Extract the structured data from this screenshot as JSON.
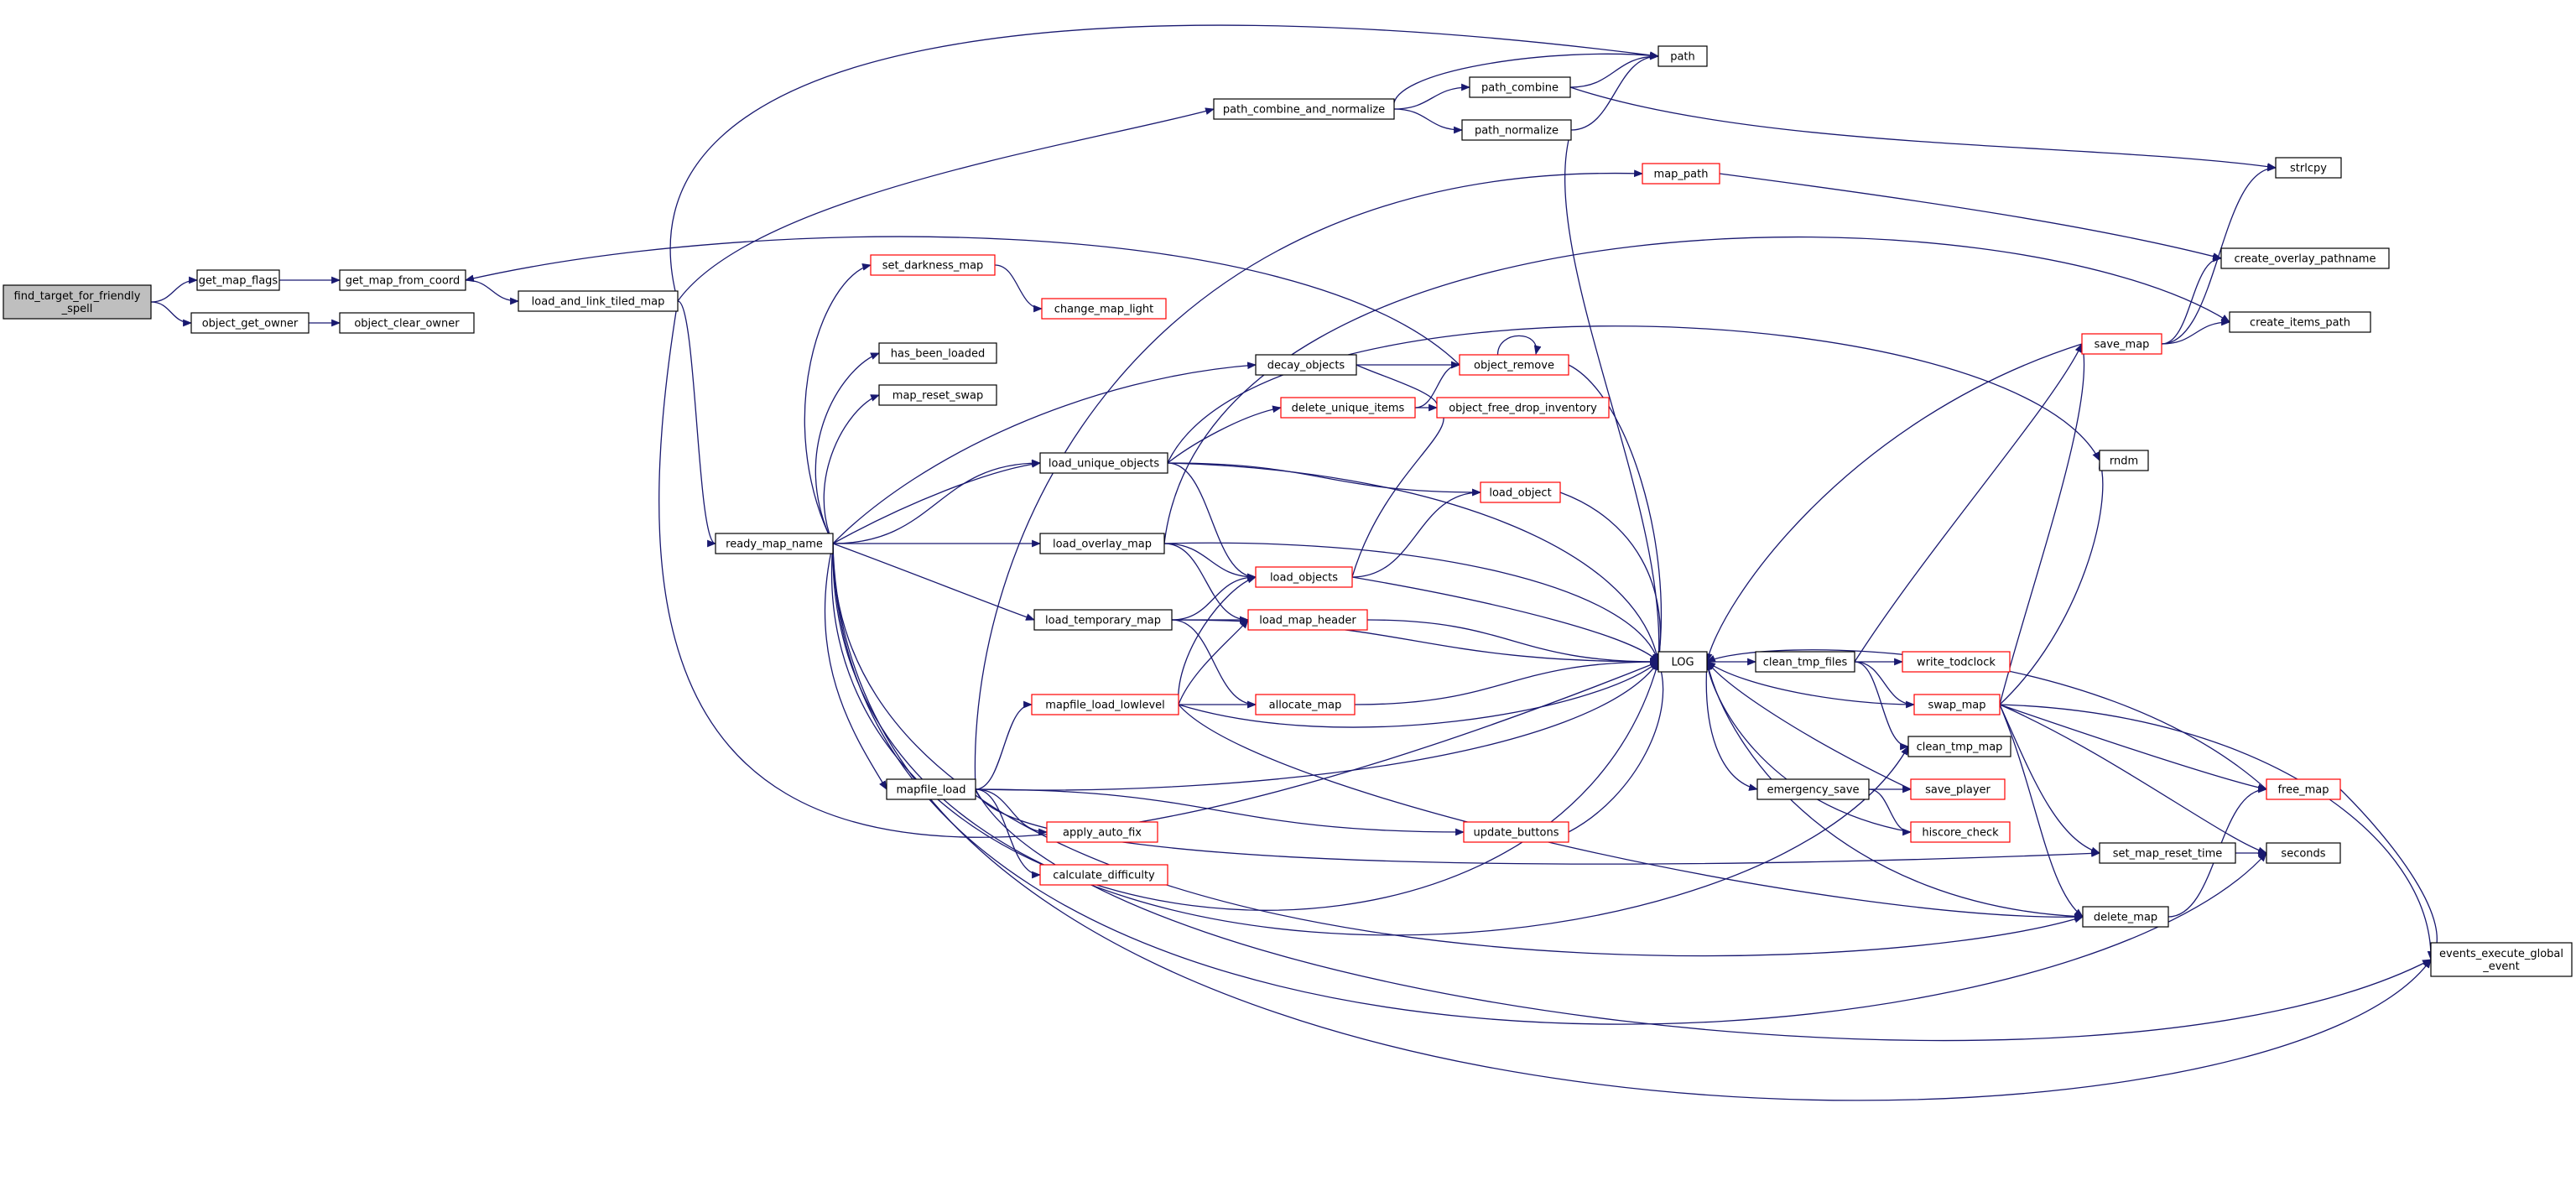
{
  "colors": {
    "edge": "#191970",
    "box_border_normal": "#000000",
    "box_border_truncated": "#ff0000",
    "box_fill": "#ffffff",
    "root_fill": "#bfbfbf",
    "text": "#000000"
  },
  "nodes": {
    "find_target": {
      "label": [
        "find_target_for_friendly",
        "_spell"
      ],
      "style": "root"
    },
    "get_map_flags": {
      "label": [
        "get_map_flags"
      ],
      "style": "normal"
    },
    "object_get_owner": {
      "label": [
        "object_get_owner"
      ],
      "style": "normal"
    },
    "get_map_from_coord": {
      "label": [
        "get_map_from_coord"
      ],
      "style": "normal"
    },
    "object_clear_owner": {
      "label": [
        "object_clear_owner"
      ],
      "style": "normal"
    },
    "load_and_link_tiled_map": {
      "label": [
        "load_and_link_tiled_map"
      ],
      "style": "normal"
    },
    "ready_map_name": {
      "label": [
        "ready_map_name"
      ],
      "style": "normal"
    },
    "set_darkness_map": {
      "label": [
        "set_darkness_map"
      ],
      "style": "truncated"
    },
    "has_been_loaded": {
      "label": [
        "has_been_loaded"
      ],
      "style": "normal"
    },
    "map_reset_swap": {
      "label": [
        "map_reset_swap"
      ],
      "style": "normal"
    },
    "change_map_light": {
      "label": [
        "change_map_light"
      ],
      "style": "truncated"
    },
    "path_combine_and_normalize": {
      "label": [
        "path_combine_and_normalize"
      ],
      "style": "normal"
    },
    "path_combine": {
      "label": [
        "path_combine"
      ],
      "style": "normal"
    },
    "path_normalize": {
      "label": [
        "path_normalize"
      ],
      "style": "normal"
    },
    "path": {
      "label": [
        "path"
      ],
      "style": "normal"
    },
    "strlcpy": {
      "label": [
        "strlcpy"
      ],
      "style": "normal"
    },
    "map_path": {
      "label": [
        "map_path"
      ],
      "style": "truncated"
    },
    "create_overlay_pathname": {
      "label": [
        "create_overlay_pathname"
      ],
      "style": "normal"
    },
    "create_items_path": {
      "label": [
        "create_items_path"
      ],
      "style": "normal"
    },
    "decay_objects": {
      "label": [
        "decay_objects"
      ],
      "style": "normal"
    },
    "object_remove": {
      "label": [
        "object_remove"
      ],
      "style": "truncated"
    },
    "delete_unique_items": {
      "label": [
        "delete_unique_items"
      ],
      "style": "truncated"
    },
    "object_free_drop_inventory": {
      "label": [
        "object_free_drop_inventory"
      ],
      "style": "truncated"
    },
    "load_unique_objects": {
      "label": [
        "load_unique_objects"
      ],
      "style": "normal"
    },
    "load_object": {
      "label": [
        "load_object"
      ],
      "style": "truncated"
    },
    "load_overlay_map": {
      "label": [
        "load_overlay_map"
      ],
      "style": "normal"
    },
    "load_objects": {
      "label": [
        "load_objects"
      ],
      "style": "truncated"
    },
    "load_temporary_map": {
      "label": [
        "load_temporary_map"
      ],
      "style": "normal"
    },
    "load_map_header": {
      "label": [
        "load_map_header"
      ],
      "style": "truncated"
    },
    "mapfile_load_lowlevel": {
      "label": [
        "mapfile_load_lowlevel"
      ],
      "style": "truncated"
    },
    "allocate_map": {
      "label": [
        "allocate_map"
      ],
      "style": "truncated"
    },
    "mapfile_load": {
      "label": [
        "mapfile_load"
      ],
      "style": "normal"
    },
    "apply_auto_fix": {
      "label": [
        "apply_auto_fix"
      ],
      "style": "truncated"
    },
    "calculate_difficulty": {
      "label": [
        "calculate_difficulty"
      ],
      "style": "truncated"
    },
    "update_buttons": {
      "label": [
        "update_buttons"
      ],
      "style": "truncated"
    },
    "LOG": {
      "label": [
        "LOG"
      ],
      "style": "normal"
    },
    "clean_tmp_files": {
      "label": [
        "clean_tmp_files"
      ],
      "style": "normal"
    },
    "write_todclock": {
      "label": [
        "write_todclock"
      ],
      "style": "truncated"
    },
    "swap_map": {
      "label": [
        "swap_map"
      ],
      "style": "truncated"
    },
    "clean_tmp_map": {
      "label": [
        "clean_tmp_map"
      ],
      "style": "normal"
    },
    "emergency_save": {
      "label": [
        "emergency_save"
      ],
      "style": "normal"
    },
    "save_player": {
      "label": [
        "save_player"
      ],
      "style": "truncated"
    },
    "hiscore_check": {
      "label": [
        "hiscore_check"
      ],
      "style": "truncated"
    },
    "save_map": {
      "label": [
        "save_map"
      ],
      "style": "truncated"
    },
    "rndm": {
      "label": [
        "rndm"
      ],
      "style": "normal"
    },
    "free_map": {
      "label": [
        "free_map"
      ],
      "style": "truncated"
    },
    "set_map_reset_time": {
      "label": [
        "set_map_reset_time"
      ],
      "style": "normal"
    },
    "seconds": {
      "label": [
        "seconds"
      ],
      "style": "normal"
    },
    "delete_map": {
      "label": [
        "delete_map"
      ],
      "style": "normal"
    },
    "events_execute_global_event": {
      "label": [
        "events_execute_global",
        "_event"
      ],
      "style": "normal"
    }
  }
}
